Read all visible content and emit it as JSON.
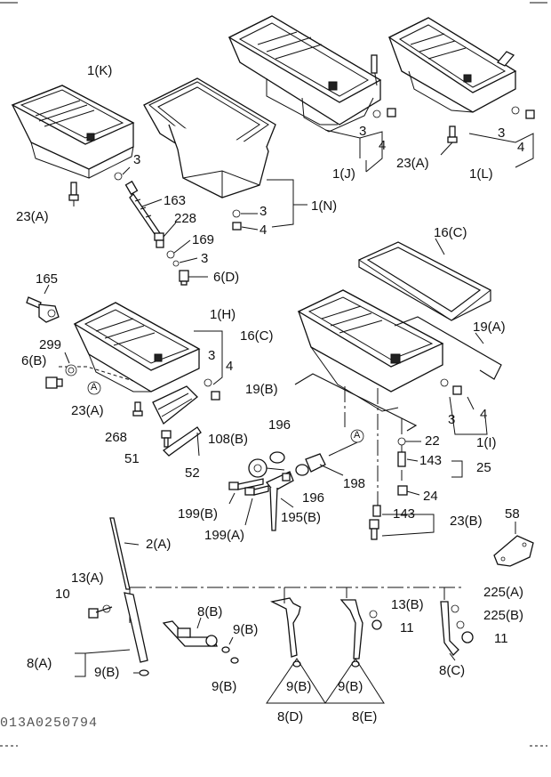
{
  "diagram": {
    "labels": {
      "1K": "1(K)",
      "3_k": "3",
      "23A_left": "23(A)",
      "163": "163",
      "228": "228",
      "169": "169",
      "3_drain": "3",
      "6D": "6(D)",
      "3_n": "3",
      "1N": "1(N)",
      "4_n": "4",
      "3_j": "3",
      "4_j": "4",
      "1J": "1(J)",
      "3_l": "3",
      "4_l": "4",
      "23A_right": "23(A)",
      "1L": "1(L)",
      "16C_top": "16(C)",
      "165": "165",
      "299": "299",
      "6B": "6(B)",
      "23A_mid": "23(A)",
      "1H": "1(H)",
      "3_h": "3",
      "4_h": "4",
      "16C_mid": "16(C)",
      "19A": "19(A)",
      "19B": "19(B)",
      "268": "268",
      "51": "51",
      "52": "52",
      "108B": "108(B)",
      "196_top": "196",
      "196_bot": "196",
      "198": "198",
      "199B": "199(B)",
      "199A": "199(A)",
      "195B": "195(B)",
      "22": "22",
      "143_top": "143",
      "25": "25",
      "24": "24",
      "143_bot": "143",
      "23B": "23(B)",
      "3_i": "3",
      "4_i": "4",
      "1I": "1(I)",
      "58": "58",
      "2A": "2(A)",
      "13A": "13(A)",
      "10": "10",
      "8A": "8(A)",
      "9B_a": "9(B)",
      "8B": "8(B)",
      "9B_b1": "9(B)",
      "9B_b2": "9(B)",
      "9B_d": "9(B)",
      "8D": "8(D)",
      "13B": "13(B)",
      "11_e": "11",
      "9B_e": "9(B)",
      "8E": "8(E)",
      "225A": "225(A)",
      "225B": "225(B)",
      "11_c": "11",
      "8C": "8(C)",
      "refA_1": "A",
      "refA_2": "A"
    },
    "code": "013A0250794"
  }
}
